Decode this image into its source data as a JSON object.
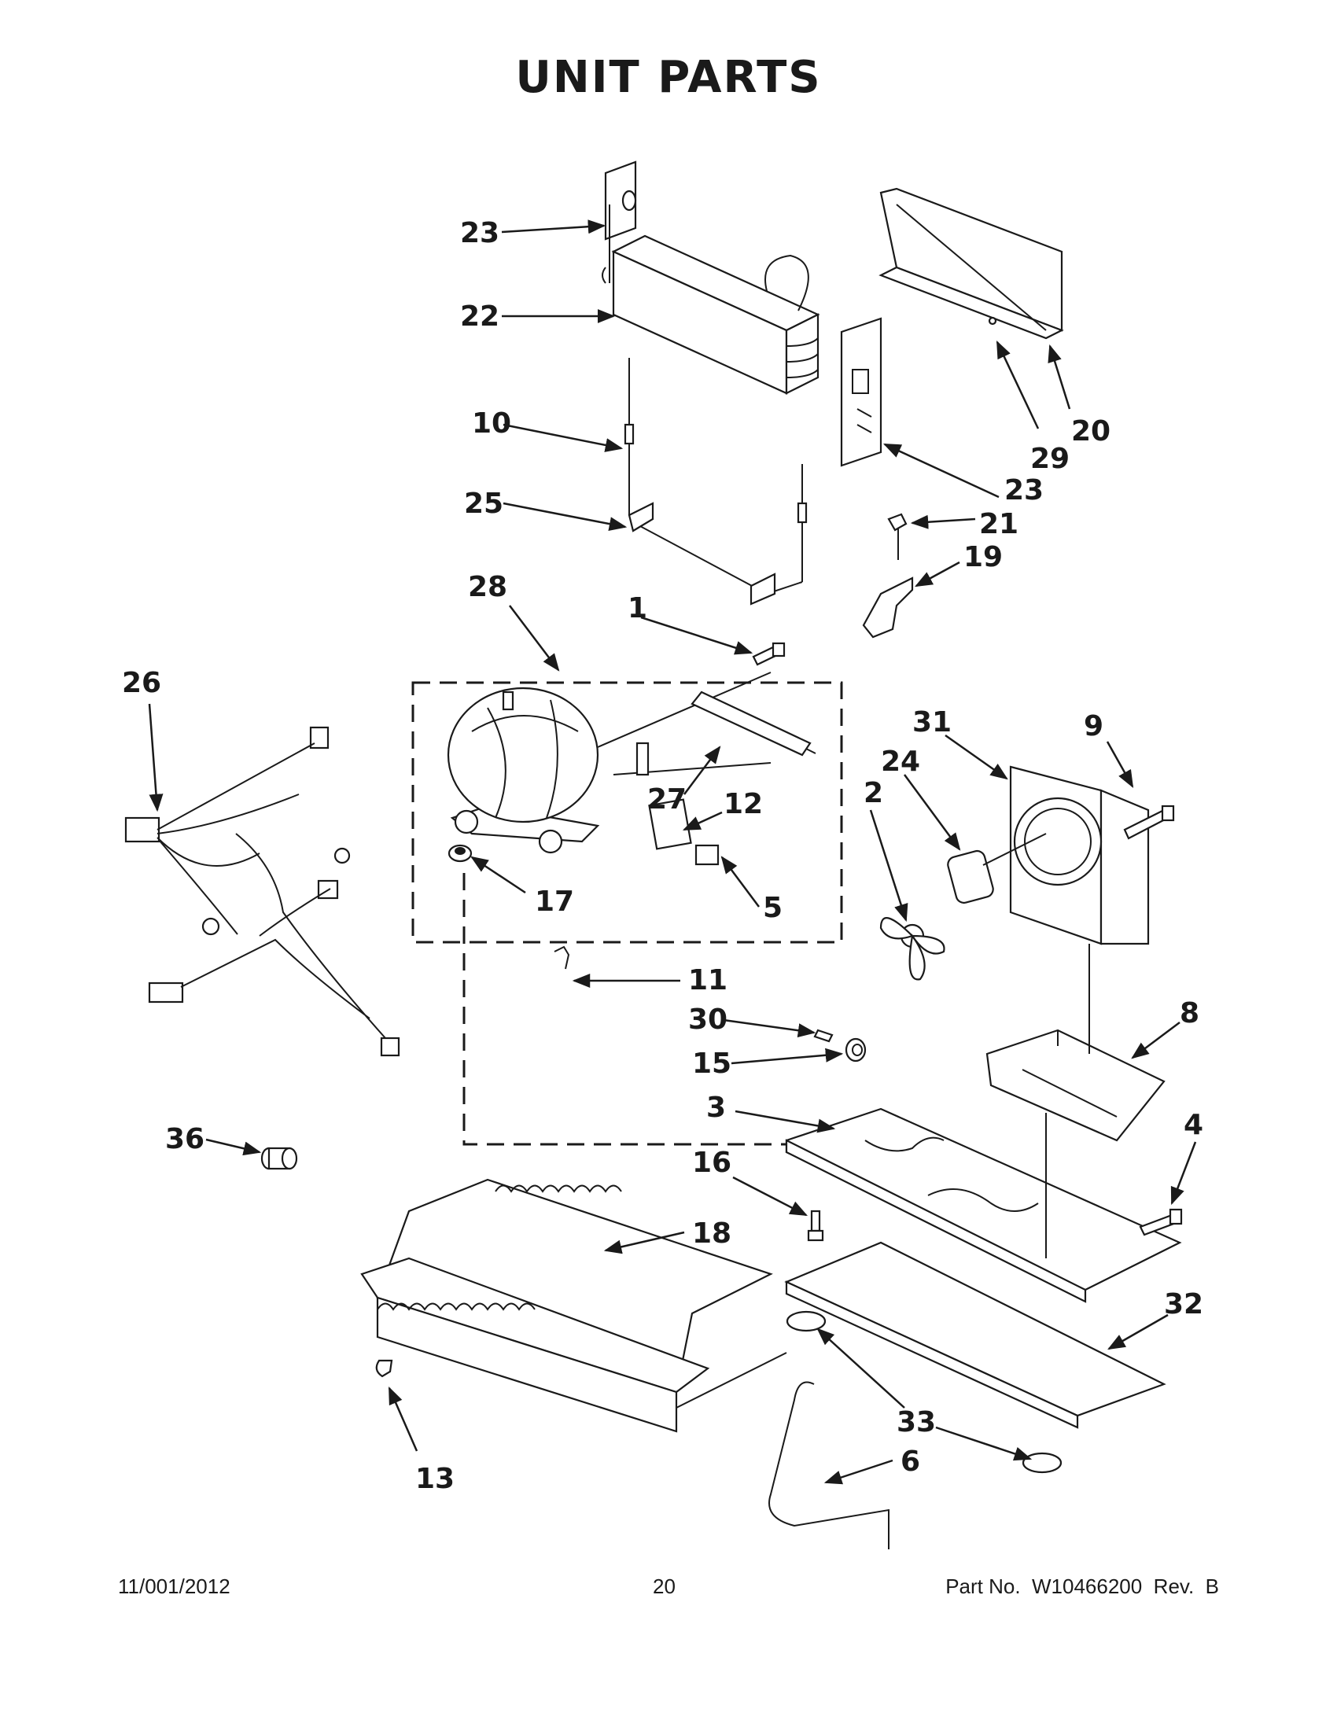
{
  "page": {
    "title": "UNIT PARTS",
    "footer_date": "11/001/2012",
    "page_number": "20",
    "part_number": "Part No.  W10466200  Rev.  B"
  },
  "callouts": {
    "c1": "1",
    "c2": "2",
    "c3": "3",
    "c4": "4",
    "c5": "5",
    "c6": "6",
    "c8": "8",
    "c9": "9",
    "c10": "10",
    "c11": "11",
    "c12": "12",
    "c13": "13",
    "c15": "15",
    "c16": "16",
    "c17": "17",
    "c18": "18",
    "c19": "19",
    "c20": "20",
    "c21": "21",
    "c22": "22",
    "c23a": "23",
    "c23b": "23",
    "c24": "24",
    "c25": "25",
    "c26": "26",
    "c27": "27",
    "c28": "28",
    "c29": "29",
    "c30": "30",
    "c31": "31",
    "c32": "32",
    "c33": "33",
    "c36": "36"
  }
}
